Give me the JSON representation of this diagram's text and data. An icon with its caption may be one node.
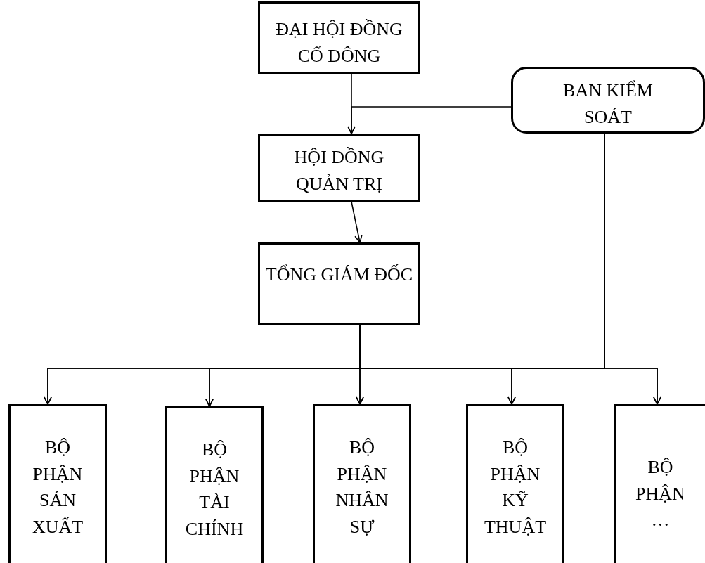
{
  "diagram": {
    "nodes": [
      {
        "text": [
          "ĐẠI HỘI ĐỒNG CỔ ĐÔNG"
        ]
      },
      {
        "text": [
          "BAN KIỂM SOÁT"
        ]
      },
      {
        "text": [
          "HỘI ĐỒNG QUẢN TRỊ"
        ]
      },
      {
        "text": [
          "TỔNG GIÁM ĐỐC"
        ]
      },
      {
        "text": [
          "BỘ PHẬN SẢN XUẤT"
        ]
      },
      {
        "text": [
          "BỘ PHẬN TÀI CHÍNH"
        ]
      },
      {
        "text": [
          "BỘ PHẬN NHÂN SỰ"
        ]
      },
      {
        "text": [
          "BỘ PHẬN KỸ THUẬT"
        ]
      },
      {
        "text": [
          "BỘ PHẬN …"
        ]
      }
    ],
    "edges": [
      {
        "from": 0,
        "to": 2,
        "arrow": "to"
      },
      {
        "from": 1,
        "to": 2,
        "arrow": "to"
      },
      {
        "from": 2,
        "to": 3,
        "arrow": "to"
      },
      {
        "from": 3,
        "to": 4,
        "arrow": "to"
      },
      {
        "from": 3,
        "to": 5,
        "arrow": "to"
      },
      {
        "from": 3,
        "to": 6,
        "arrow": "to"
      },
      {
        "from": 3,
        "to": 7,
        "arrow": "to"
      },
      {
        "from": 3,
        "to": 8,
        "arrow": "to"
      },
      {
        "from": 1,
        "to": 4,
        "arrow": "to"
      },
      {
        "from": 1,
        "to": 5,
        "arrow": "to"
      },
      {
        "from": 1,
        "to": 6,
        "arrow": "to"
      },
      {
        "from": 1,
        "to": 7,
        "arrow": "to"
      },
      {
        "from": 1,
        "to": 8,
        "arrow": "to"
      }
    ]
  }
}
